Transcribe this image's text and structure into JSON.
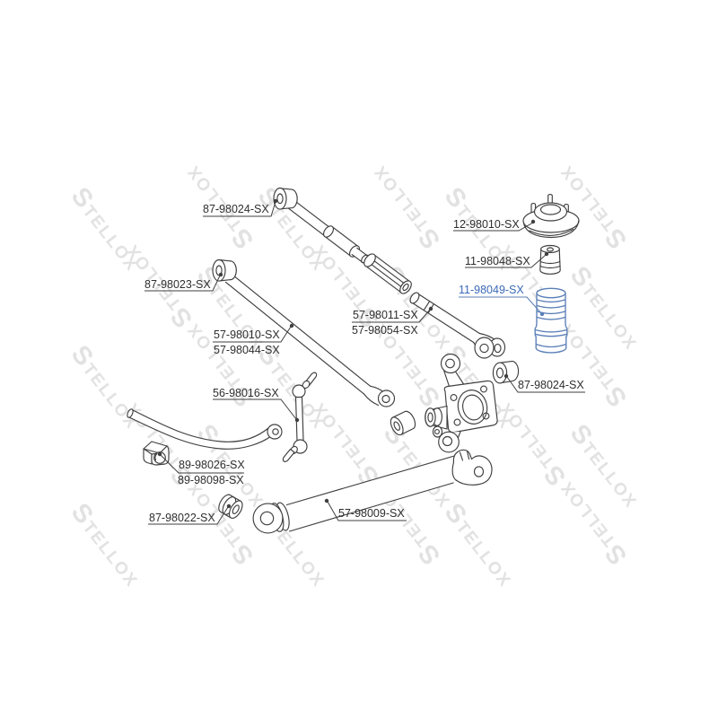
{
  "watermark": {
    "text": "STELLOX",
    "color": "#e2e2e2"
  },
  "colors": {
    "background": "#ffffff",
    "line": "#3f3f3f",
    "label": "#2e2e2e",
    "highlight_line": "#5b7fb7",
    "highlight_label": "#3a6ab8"
  },
  "labels": [
    {
      "text": "87-98024-SX",
      "highlighted": false
    },
    {
      "text": "12-98010-SX",
      "highlighted": false
    },
    {
      "text": "11-98048-SX",
      "highlighted": false
    },
    {
      "text": "11-98049-SX",
      "highlighted": true
    },
    {
      "text": "87-98023-SX",
      "highlighted": false
    },
    {
      "text": "57-98011-SX",
      "highlighted": false
    },
    {
      "text": "57-98054-SX",
      "highlighted": false
    },
    {
      "text": "57-98010-SX",
      "highlighted": false
    },
    {
      "text": "57-98044-SX",
      "highlighted": false
    },
    {
      "text": "87-98024-SX",
      "highlighted": false
    },
    {
      "text": "56-98016-SX",
      "highlighted": false
    },
    {
      "text": "89-98026-SX",
      "highlighted": false
    },
    {
      "text": "89-98098-SX",
      "highlighted": false
    },
    {
      "text": "87-98022-SX",
      "highlighted": false
    },
    {
      "text": "57-98009-SX",
      "highlighted": false
    }
  ],
  "highlighted_part_number": "11-98049-SX"
}
